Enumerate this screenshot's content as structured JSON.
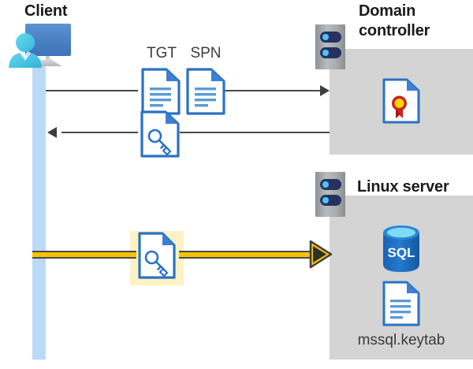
{
  "diagram": {
    "title_client": "Client",
    "title_domain_controller": "Domain\ncontroller",
    "title_domain_controller_line1": "Domain",
    "title_domain_controller_line2": "controller",
    "title_linux_server": "Linux server",
    "label_tgt": "TGT",
    "label_spn": "SPN",
    "label_keytab_file": "mssql.keytab",
    "label_sql": "SQL",
    "icons": {
      "client": "client-computer-user-icon",
      "server_dc": "server-rack-icon",
      "server_linux": "server-rack-icon",
      "tgt_document": "document-icon",
      "spn_document": "document-icon",
      "ticket_key_document_reply": "document-key-icon",
      "ticket_key_document_highlighted": "document-key-icon",
      "certificate": "certificate-seal-document-icon",
      "sql_database": "sql-database-cylinder-icon",
      "keytab_document": "document-icon"
    },
    "flows": [
      {
        "name": "client-to-dc-request",
        "direction": "right",
        "style": "thin-gray",
        "carries": [
          "TGT",
          "SPN"
        ]
      },
      {
        "name": "dc-to-client-response",
        "direction": "left",
        "style": "thin-gray",
        "carries": [
          "service-ticket"
        ]
      },
      {
        "name": "client-to-linux-ticket",
        "direction": "right",
        "style": "yellow-highlighted",
        "carries": [
          "service-ticket"
        ]
      }
    ],
    "colors": {
      "accent_blue": "#2a72c4",
      "doc_border": "#2a72c4",
      "doc_fold": "#3d7fd0",
      "doc_lines": "#5b9bd5",
      "lifeline": "#bcd9f8",
      "panel_gray": "#d4d4d4",
      "server_gray": "#a7aaad",
      "server_bay": "#253260",
      "server_bay_led": "#4fc3f7",
      "highlight_yellow": "#fdf2c4",
      "arrow_yellow": "#f5c400",
      "arrow_gray": "#4a4a4a",
      "sql_blue": "#1f6fc4",
      "sql_top": "#6fd3f0",
      "seal_red": "#cc2222",
      "seal_gold": "#ffd400",
      "person_cyan": "#4cc6e8",
      "monitor_blue": "#4a86c8",
      "text_dark": "#1a1a1a",
      "text_body": "#3b3b3b"
    }
  }
}
